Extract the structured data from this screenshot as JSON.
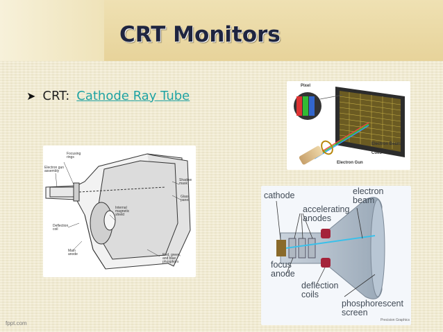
{
  "slide": {
    "title": "CRT Monitors",
    "bullet": {
      "icon": "arrow-bullet-icon",
      "prefix": "CRT:",
      "link_text": "Cathode Ray Tube"
    }
  },
  "diagrams": {
    "color_tube": {
      "labels": {
        "pixel": "Pixel",
        "electron_beam": "Electron Beam",
        "coils": "Coils",
        "electron_gun": "Electron Gun"
      }
    },
    "cutaway": {
      "labels": {
        "focusing_rings": "Focusing\nrings",
        "electron_gun_assembly": "Electron gun\nassembly",
        "shadow_mask": "Shadow\nmask",
        "glass_panel": "Glass\npanel",
        "internal_magnetic_shield": "Internal\nmagnetic\nshield",
        "deflection_coil": "Deflection\ncoil",
        "main_anode": "Main\nanode",
        "phosphors": "Red, green,\nand blue\nphosphors"
      }
    },
    "schematic": {
      "labels": {
        "cathode": "cathode",
        "electron_beam": "electron\nbeam",
        "accelerating_anodes": "accelerating\nanodes",
        "focus_anode": "focus\nanode",
        "deflection_coils": "deflection\ncoils",
        "phosphorescent_screen": "phosphorescent\nscreen",
        "credit": "Precision Graphics"
      }
    }
  },
  "footer": {
    "text": "fppt.com"
  },
  "colors": {
    "background": "#f3ecd0",
    "title_band": "#e7d39a",
    "title_text": "#1f2540",
    "link": "#1fa3a3"
  }
}
